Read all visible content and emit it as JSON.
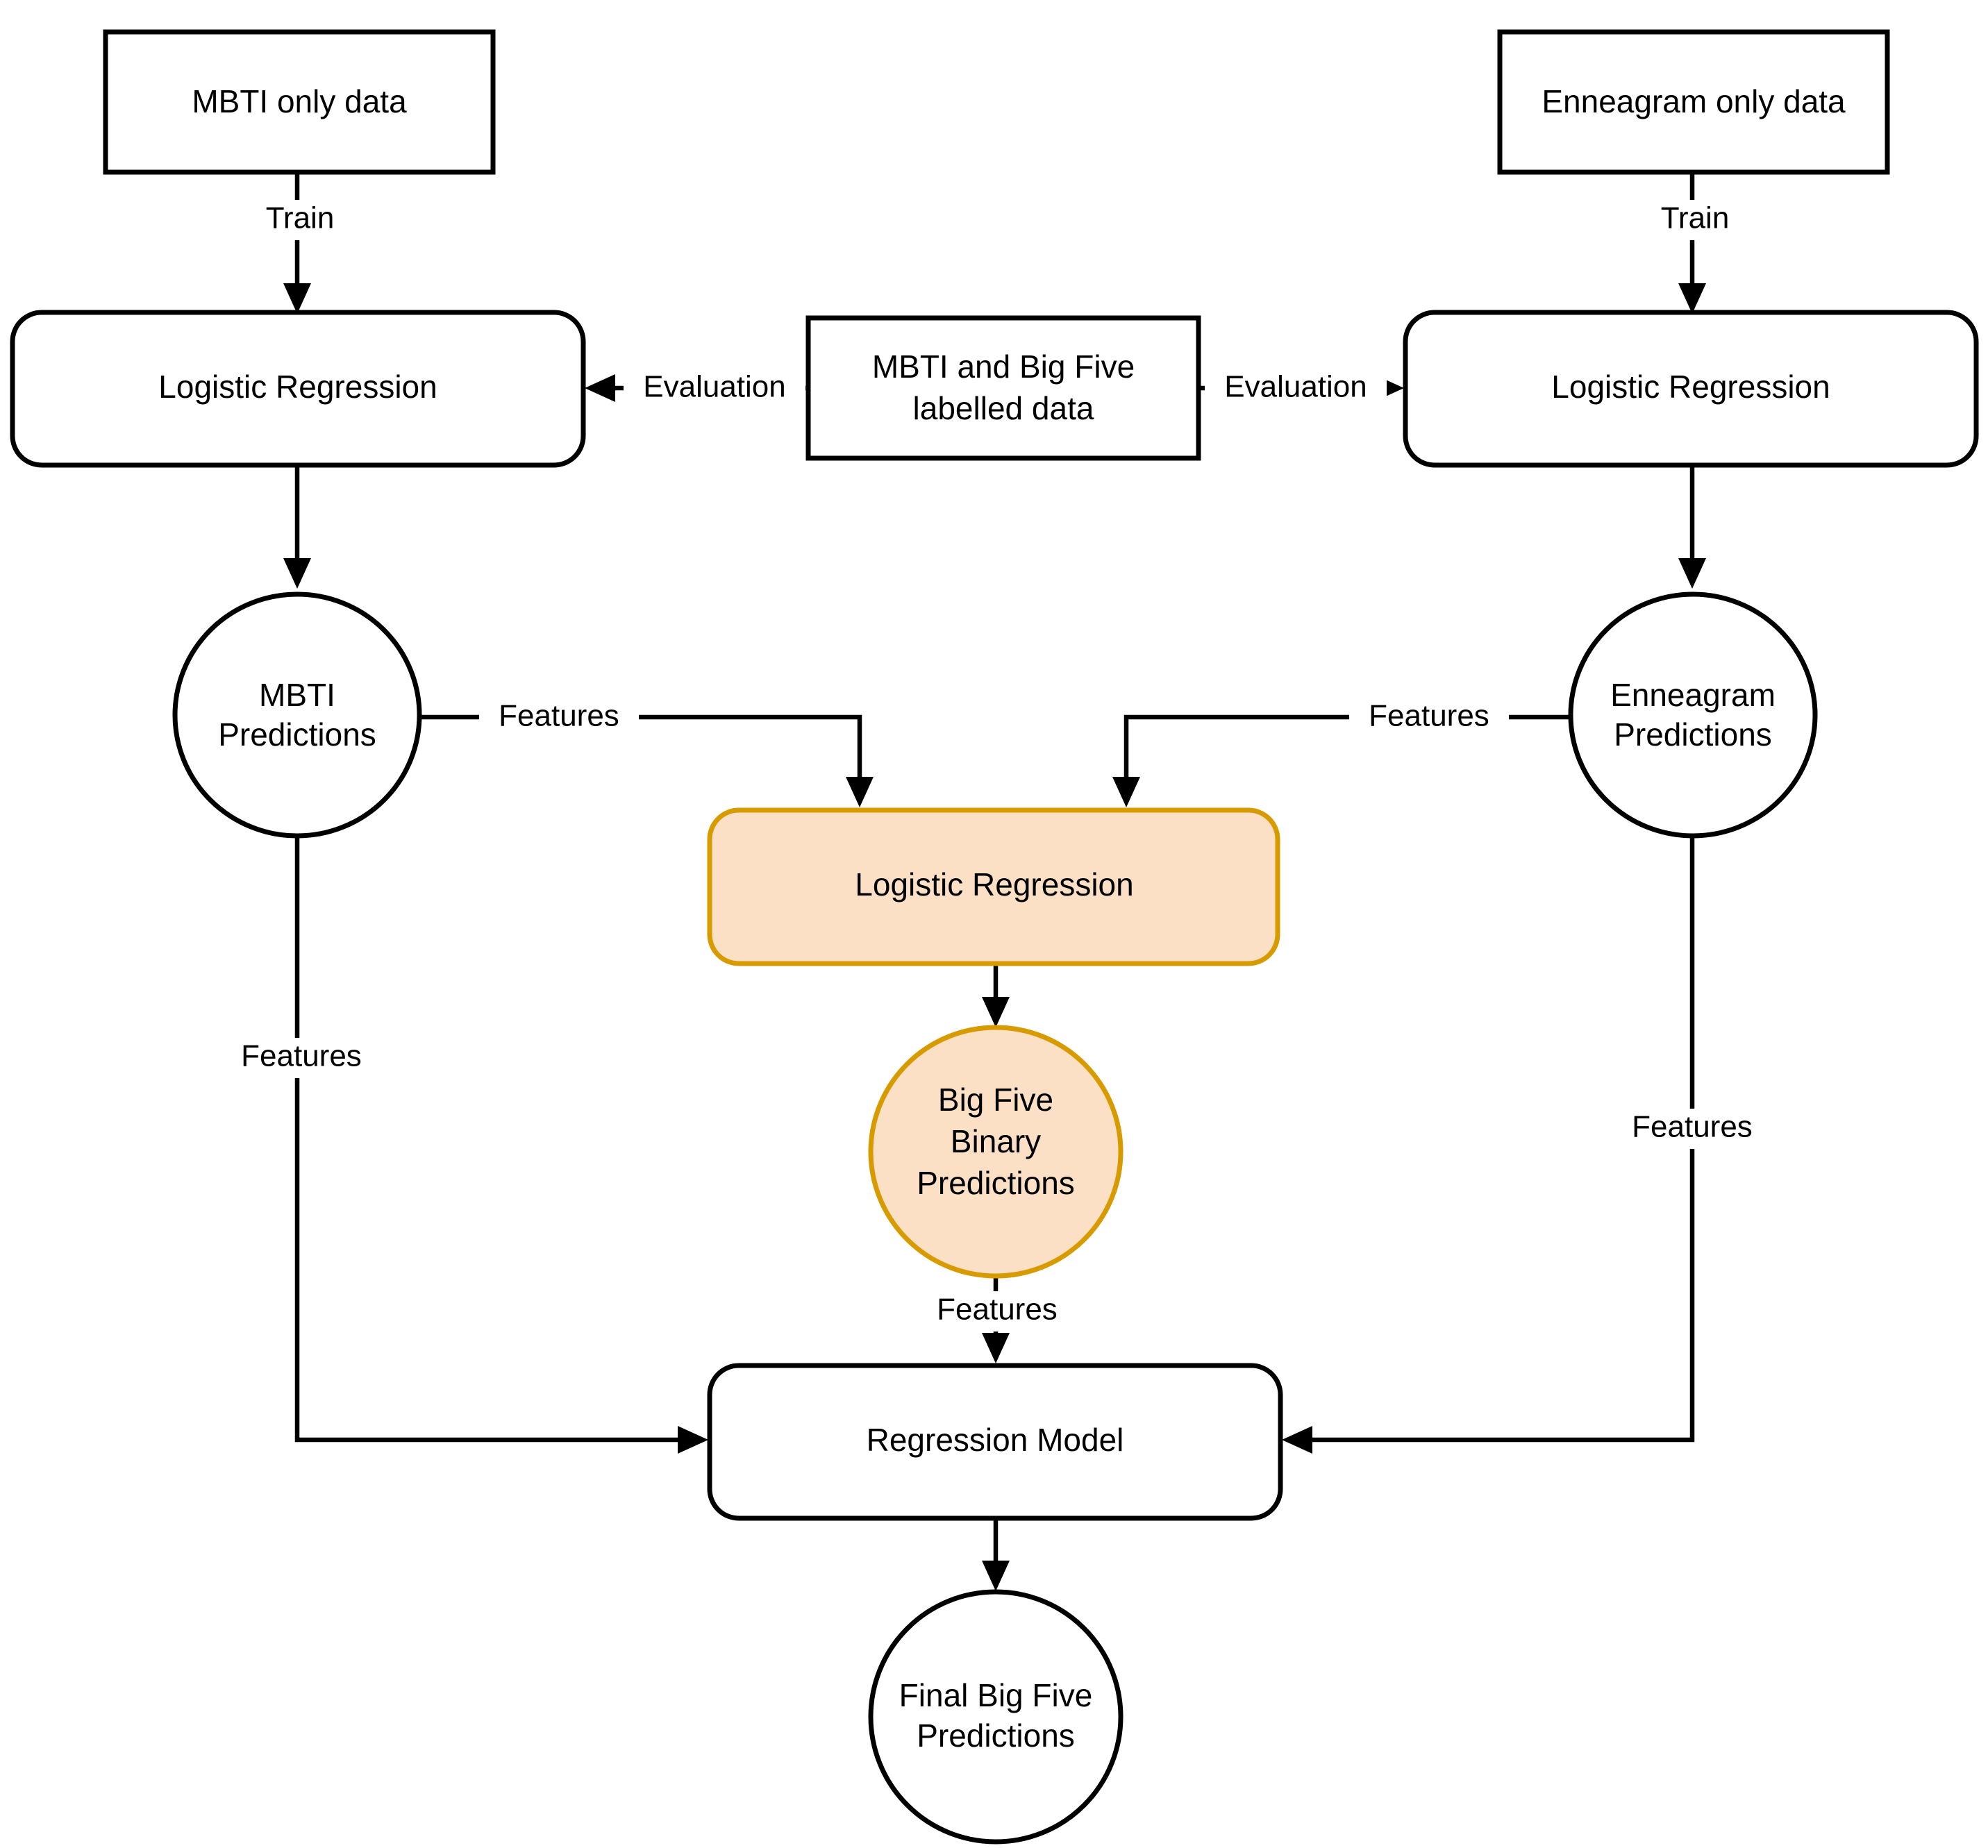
{
  "diagram": {
    "type": "flowchart",
    "title": "MBTI and Enneagram to Big Five prediction pipeline",
    "colors": {
      "highlight_fill": "#FCE0C6",
      "highlight_stroke": "#D79B00",
      "default_fill": "#FFFFFF",
      "default_stroke": "#000000",
      "text": "#000000",
      "background": "#FFFFFF"
    },
    "nodes": [
      {
        "id": "mbti_data",
        "label": "MBTI only data",
        "shape": "rectangle",
        "style": "default"
      },
      {
        "id": "enn_data",
        "label": "Enneagram only data",
        "shape": "rectangle",
        "style": "default"
      },
      {
        "id": "lr_left",
        "label": "Logistic Regression",
        "shape": "rounded-rectangle",
        "style": "default"
      },
      {
        "id": "lr_right",
        "label": "Logistic Regression",
        "shape": "rounded-rectangle",
        "style": "default"
      },
      {
        "id": "eval_data",
        "label": "MBTI and Big Five labelled data",
        "shape": "rectangle",
        "style": "default"
      },
      {
        "id": "mbti_pred",
        "label": "MBTI Predictions",
        "shape": "ellipse",
        "style": "default"
      },
      {
        "id": "enn_pred",
        "label": "Enneagram Predictions",
        "shape": "ellipse",
        "style": "default"
      },
      {
        "id": "lr_center",
        "label": "Logistic Regression",
        "shape": "rounded-rectangle",
        "style": "highlight"
      },
      {
        "id": "bigfive_binary",
        "label": "Big Five Binary Predictions",
        "shape": "ellipse",
        "style": "highlight"
      },
      {
        "id": "reg_model",
        "label": "Regression Model",
        "shape": "rounded-rectangle",
        "style": "default"
      },
      {
        "id": "final_pred",
        "label": "Final Big Five Predictions",
        "shape": "ellipse",
        "style": "default"
      }
    ],
    "node_text": {
      "mbti_data": [
        "MBTI only data"
      ],
      "enn_data": [
        "Enneagram only data"
      ],
      "lr_left": [
        "Logistic Regression"
      ],
      "lr_right": [
        "Logistic Regression"
      ],
      "eval_data": [
        "MBTI and Big Five",
        "labelled data"
      ],
      "mbti_pred": [
        "MBTI",
        "Predictions"
      ],
      "enn_pred": [
        "Enneagram",
        "Predictions"
      ],
      "lr_center": [
        "Logistic Regression"
      ],
      "bigfive_binary": [
        "Big Five",
        "Binary",
        "Predictions"
      ],
      "reg_model": [
        "Regression Model"
      ],
      "final_pred": [
        "Final Big Five",
        "Predictions"
      ]
    },
    "edges": [
      {
        "id": "e1",
        "from": "mbti_data",
        "to": "lr_left",
        "label": "Train"
      },
      {
        "id": "e2",
        "from": "enn_data",
        "to": "lr_right",
        "label": "Train"
      },
      {
        "id": "e3",
        "from": "eval_data",
        "to": "lr_left",
        "label": "Evaluation"
      },
      {
        "id": "e4",
        "from": "eval_data",
        "to": "lr_right",
        "label": "Evaluation"
      },
      {
        "id": "e5",
        "from": "lr_left",
        "to": "mbti_pred",
        "label": ""
      },
      {
        "id": "e6",
        "from": "lr_right",
        "to": "enn_pred",
        "label": ""
      },
      {
        "id": "e7",
        "from": "mbti_pred",
        "to": "lr_center",
        "label": "Features"
      },
      {
        "id": "e8",
        "from": "enn_pred",
        "to": "lr_center",
        "label": "Features"
      },
      {
        "id": "e9",
        "from": "mbti_pred",
        "to": "reg_model",
        "label": "Features"
      },
      {
        "id": "e10",
        "from": "enn_pred",
        "to": "reg_model",
        "label": "Features"
      },
      {
        "id": "e11",
        "from": "lr_center",
        "to": "bigfive_binary",
        "label": ""
      },
      {
        "id": "e12",
        "from": "bigfive_binary",
        "to": "reg_model",
        "label": "Features"
      },
      {
        "id": "e13",
        "from": "reg_model",
        "to": "final_pred",
        "label": ""
      }
    ],
    "edge_labels": {
      "train_left": "Train",
      "train_right": "Train",
      "eval_left": "Evaluation",
      "eval_right": "Evaluation",
      "feat_mbti_center": "Features",
      "feat_enn_center": "Features",
      "feat_mbti_reg": "Features",
      "feat_enn_reg": "Features",
      "feat_binary_reg": "Features"
    }
  }
}
